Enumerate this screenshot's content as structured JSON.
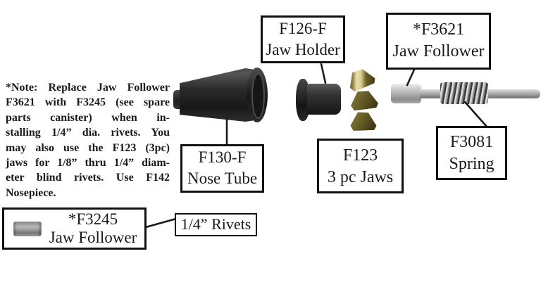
{
  "note": {
    "lines": [
      "*Note: Replace Jaw Follower",
      "F3621 with F3245 (see spare",
      "parts canister) when in-",
      "stalling 1/4” dia. rivets. You",
      "may also use the F123 (3pc)",
      "jaws for 1/8” thru 1/4” diam-",
      "eter blind rivets. Use F142",
      "Nosepiece."
    ]
  },
  "boxes": {
    "jaw_holder": {
      "code": "F126-F",
      "name": "Jaw Holder"
    },
    "jaw_follower": {
      "code": "*F3621",
      "name": "Jaw Follower"
    },
    "nose_tube": {
      "code": "F130-F",
      "name": "Nose Tube"
    },
    "jaws": {
      "code": "F123",
      "name": "3 pc Jaws"
    },
    "spring": {
      "code": "F3081",
      "name": "Spring"
    },
    "jaw_follower_alt": {
      "code": "*F3245",
      "name": "Jaw Follower"
    },
    "rivets": {
      "label": "1/4” Rivets"
    }
  },
  "parts": {
    "nose_tube": "nose-tube-photo",
    "jaw_holder": "jaw-holder-photo",
    "jaws": "three-piece-jaws-photo",
    "jaw_follower_rod": "jaw-follower-rod-with-spring-photo",
    "jaw_follower_small": "f3245-jaw-follower-photo"
  },
  "colors": {
    "background": "#ffffff",
    "box_border": "#111111",
    "text": "#1a1a1a",
    "part_black": "#242424",
    "jaw_brass": "#6e6428",
    "jaw_highlight": "#ece0ae",
    "metal_silver": "#c4c4c4"
  }
}
